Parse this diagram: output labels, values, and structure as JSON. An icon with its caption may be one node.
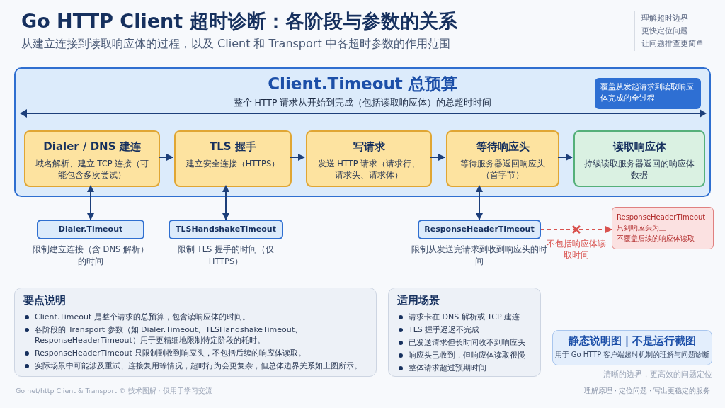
{
  "diagram": {
    "title": "Go HTTP Client 超时诊断：各阶段与参数的关系",
    "nodes": [
      {
        "text": [
          "Client.Timeout 总预算",
          "整个 HTTP 请求从开始到完成（包括读取响应体）的总超时时间"
        ]
      },
      {
        "text": [
          "覆盖从发起请求到读取响应体完成的全过程"
        ],
        "in": 0
      },
      {
        "text": [
          "Dialer / DNS 建连",
          "域名解析、建立 TCP 连接（可能包含多次尝试）"
        ],
        "in": 0
      },
      {
        "text": [
          "TLS 握手",
          "建立安全连接（HTTPS）"
        ],
        "in": 0
      },
      {
        "text": [
          "写请求",
          "发送 HTTP 请求（请求行、请求头、请求体）"
        ],
        "in": 0
      },
      {
        "text": [
          "等待响应头",
          "等待服务器返回响应头（首字节）"
        ],
        "in": 0
      },
      {
        "text": [
          "读取响应体",
          "持续读取服务器返回的响应体数据"
        ],
        "in": 0
      },
      {
        "text": [
          "Dialer.Timeout"
        ],
        "beside": [
          "限制建立连接（含 DNS 解析）的时间"
        ]
      },
      {
        "text": [
          "TLSHandshakeTimeout"
        ],
        "beside": [
          "限制 TLS 握手的时间（仅 HTTPS）"
        ]
      },
      {
        "text": [
          "ResponseHeaderTimeout"
        ],
        "beside": [
          "限制从发送完请求到收到响应头的时间"
        ]
      },
      {
        "text": [
          "ResponseHeaderTimeout",
          "只到响应头为止",
          "不覆盖后续的响应体读取"
        ]
      },
      {
        "text": [
          "要点说明",
          "Client.Timeout 是整个请求的总预算，包含读响应体的时间。",
          "各阶段的 Transport 参数（如 Dialer.Timeout、TLSHandshakeTimeout、ResponseHeaderTimeout）用于更精细地限制特定阶段的耗时。",
          "ResponseHeaderTimeout 只限制到收到响应头，不包括后续的响应体读取。",
          "实际场景中可能涉及重试、连接复用等情况，超时行为会更复杂，但总体边界关系如上图所示。"
        ]
      },
      {
        "text": [
          "适用场景",
          "请求卡在 DNS 解析或 TCP 建连",
          "TLS 握手迟迟不完成",
          "已发送请求但长时间收不到响应头",
          "响应头已收到，但响应体读取很慢",
          "整体请求超过预期时间"
        ]
      },
      {
        "text": [
          "静态说明图 | 不是运行截图",
          "用于 Go HTTP 客户端超时机制的理解与问题诊断"
        ],
        "beside": [
          "清晰的边界，更高效的问题定位"
        ]
      }
    ],
    "edges": [
      {
        "from": 2,
        "to": 3,
        "arrow": "to"
      },
      {
        "from": 3,
        "to": 4,
        "arrow": "to"
      },
      {
        "from": 4,
        "to": 5,
        "arrow": "to"
      },
      {
        "from": 5,
        "to": 6,
        "arrow": "to"
      },
      {
        "from": 7,
        "to": 2,
        "arrow": "both"
      },
      {
        "from": 8,
        "to": 3,
        "arrow": "both"
      },
      {
        "from": 9,
        "to": 5,
        "arrow": "both"
      },
      {
        "from": 9,
        "to": 10,
        "arrow": "to",
        "label": "不包括响应体读取时间",
        "style": "dashed",
        "color": "#d9534f"
      }
    ],
    "labels": [
      "从建立连接到读取响应体的过程，以及 Client 和 Transport 中各超时参数的作用范围",
      "理解超时边界",
      "更快定位问题",
      "让问题排查更简单",
      "Go net/http Client & Transport © 技术图解 · 仅用于学习交流",
      "理解原理 · 定位问题 · 写出更稳定的服务"
    ]
  }
}
